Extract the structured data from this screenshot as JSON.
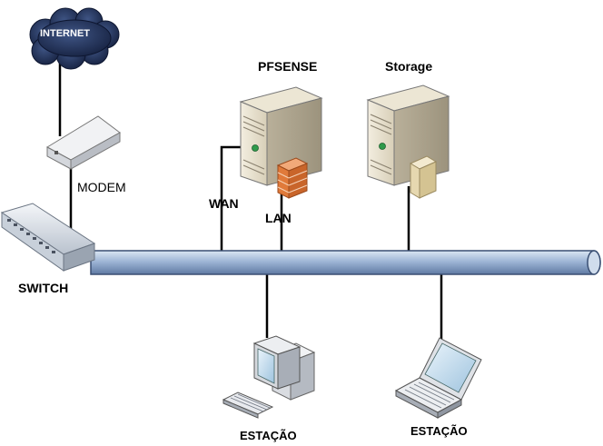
{
  "nodes": {
    "internet": {
      "label": "INTERNET",
      "icon": "cloud-icon"
    },
    "modem": {
      "label": "MODEM",
      "icon": "modem-icon"
    },
    "switch": {
      "label": "SWITCH",
      "icon": "switch-icon"
    },
    "pfsense": {
      "label": "PFSENSE",
      "icon": "server-icon"
    },
    "storage": {
      "label": "Storage",
      "icon": "server-icon"
    },
    "workstation_desktop": {
      "label": "ESTAÇÃO",
      "icon": "desktop-computer-icon"
    },
    "workstation_laptop": {
      "label": "ESTAÇÃO",
      "icon": "laptop-icon"
    }
  },
  "links": {
    "wan": "WAN",
    "lan": "LAN"
  },
  "colors": {
    "cloud": "#1e2d52",
    "bus": "#9fb6d6",
    "bus_outline": "#3a4f73",
    "firewall": "#e07a3a"
  }
}
